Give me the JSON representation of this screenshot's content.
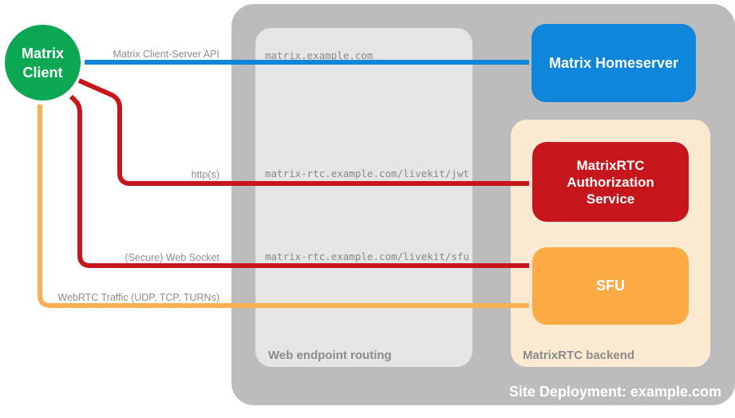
{
  "containers": {
    "site_deployment_label": "Site Deployment: example.com",
    "web_endpoint_routing_label": "Web endpoint routing",
    "matrixrtc_backend_label": "MatrixRTC backend"
  },
  "nodes": {
    "matrix_client": "Matrix\nClient",
    "matrix_homeserver": "Matrix Homeserver",
    "authorization_service": "MatrixRTC\nAuthorization\nService",
    "sfu": "SFU"
  },
  "connections": [
    {
      "label": "Matrix Client-Server API",
      "route": "matrix.example.com",
      "color": "#0e86dc"
    },
    {
      "label": "http(s)",
      "route": "matrix-rtc.example.com/livekit/jwt",
      "color": "#c6151b"
    },
    {
      "label": "(Secure) Web Socket",
      "route": "matrix-rtc.example.com/livekit/sfu",
      "color": "#c6151b"
    },
    {
      "label": "WebRTC Traffic (UDP, TCP, TURNs)",
      "route": "",
      "color": "#faaf53"
    }
  ],
  "node_colors": {
    "matrix_client": "#0ba753",
    "matrix_homeserver": "#0e86dc",
    "authorization_service": "#c6151b",
    "sfu": "#fcaa43",
    "site_deployment": "#bcbcbc",
    "web_endpoint_routing": "#e5e5e5",
    "matrixrtc_backend": "#fce9d1"
  }
}
